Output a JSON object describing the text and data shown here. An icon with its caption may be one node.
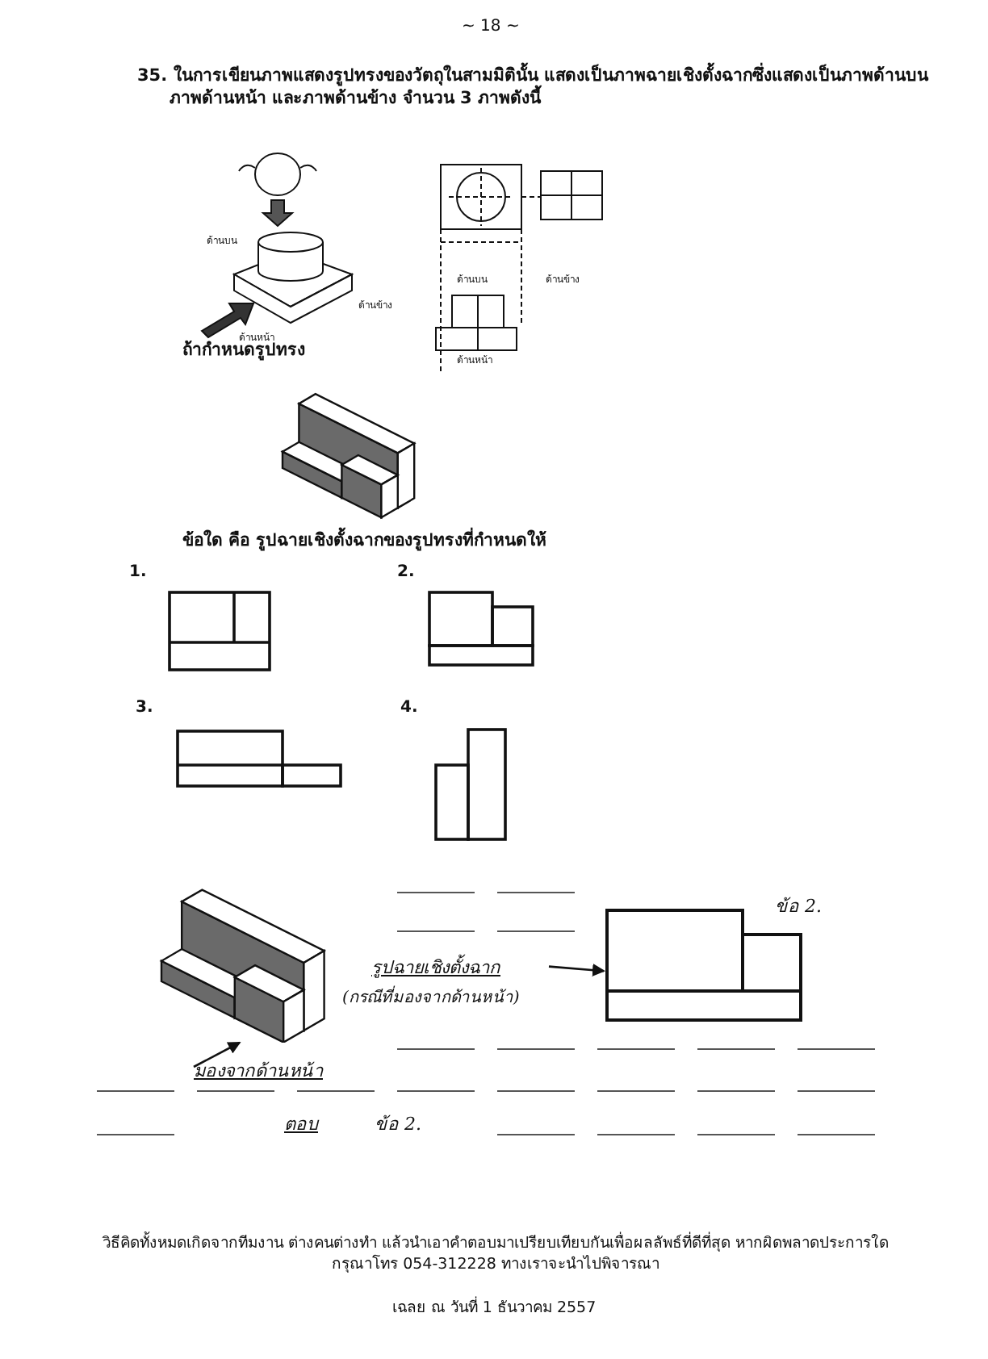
{
  "diagram": {
    "nodes": [
      {
        "text": [],
        "shape": "picture"
      },
      {
        "text": [
          "มองจากด้านหน้า"
        ]
      },
      {
        "text": [
          "รูปฉายเชิงตั้งฉาก"
        ]
      },
      {
        "text": [],
        "shape": "box",
        "beside": [
          "ข้อ 2."
        ]
      }
    ],
    "edges": [
      {
        "from": 1,
        "to": 0,
        "arrow": "to"
      },
      {
        "from": 2,
        "to": 3,
        "arrow": "to"
      }
    ],
    "labels": [
      "~ 18 ~",
      "35. ในการเขียนภาพแสดงรูปทรงของวัตถุในสามมิตินั้น แสดงเป็นภาพฉายเชิงตั้งฉากซึ่งแสดงเป็นภาพด้านบน ภาพด้านหน้า และภาพด้านข้าง จำนวน 3 ภาพดังนี้",
      "ด้านบน",
      "ด้านข้าง",
      "ด้านหน้า",
      "ด้านบน",
      "ด้านข้าง",
      "ด้านหน้า",
      "ถ้ากำหนดรูปทรง",
      "ข้อใด คือ รูปฉายเชิงตั้งฉากของรูปทรงที่กำหนดให้",
      "1.",
      "2.",
      "3.",
      "4.",
      "(กรณีที่มองจากด้านหน้า)",
      "ตอบ",
      "ข้อ 2.",
      "วิธีคิดทั้งหมดเกิดจากทีมงาน ต่างคนต่างทำ แล้วนำเอาคำตอบมาเปรียบเทียบกันเพื่อผลลัพธ์ที่ดีที่สุด หากผิดพลาดประการใด กรุณาโทร 054-312228 ทางเราจะนำไปพิจารณา",
      "เฉลย ณ วันที่ 1 ธันวาคม 2557"
    ]
  }
}
